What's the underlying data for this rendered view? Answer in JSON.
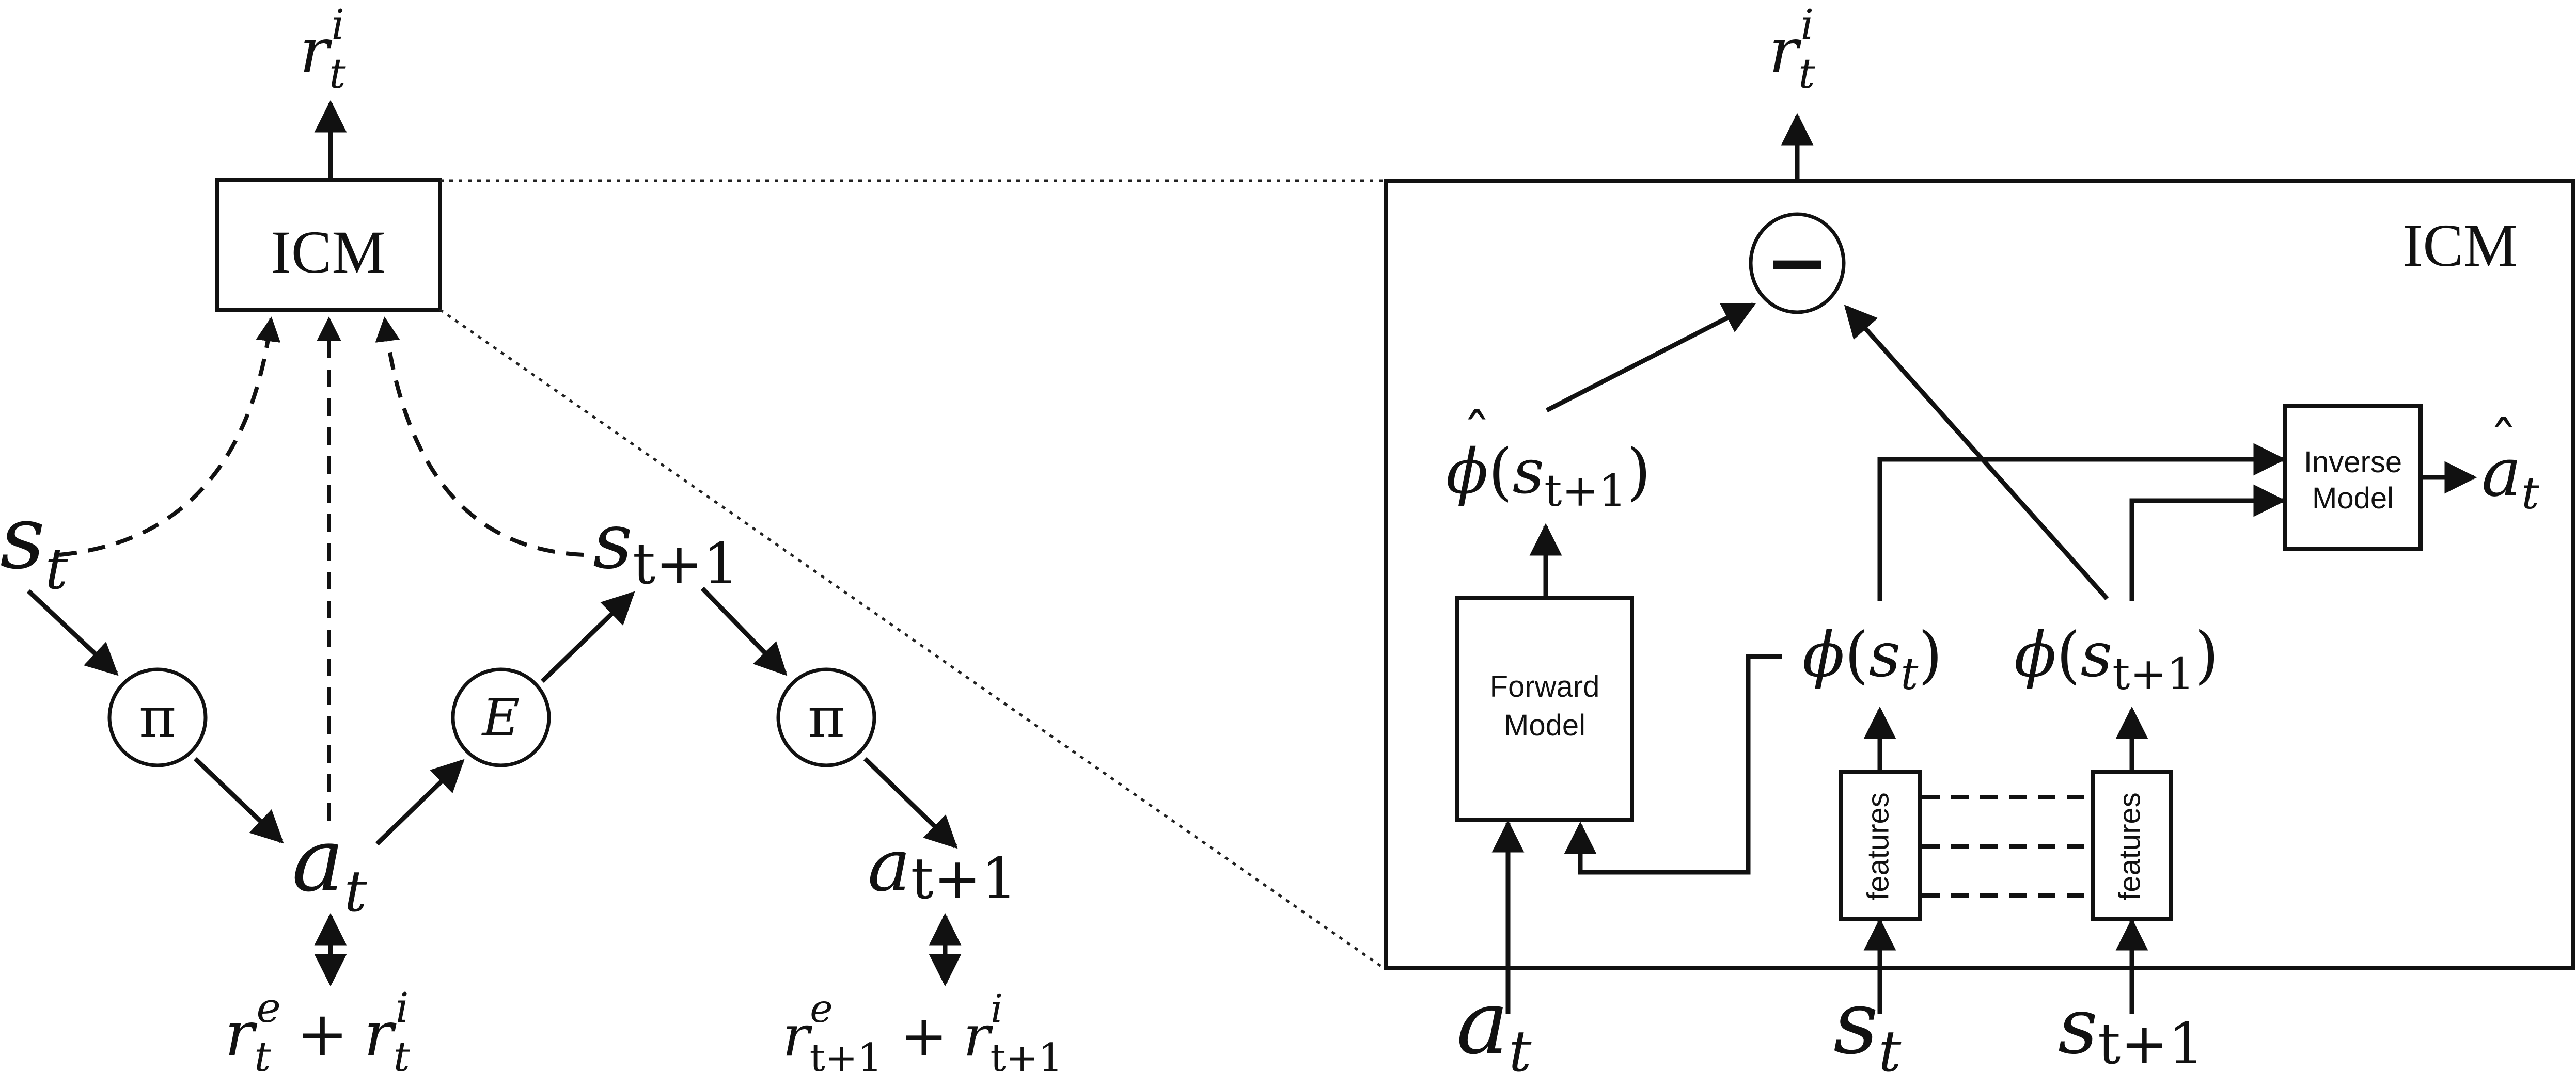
{
  "left_diagram": {
    "top_reward": {
      "base": "r",
      "sub": "t",
      "sup": "i"
    },
    "icm_box_label": "ICM",
    "state_t": {
      "base": "s",
      "sub": "t"
    },
    "state_t1": {
      "base": "s",
      "sub": "t+1"
    },
    "policy_symbol_1": "π",
    "env_symbol": "E",
    "policy_symbol_2": "π",
    "action_t": {
      "base": "a",
      "sub": "t"
    },
    "action_t1": {
      "base": "a",
      "sub": "t+1"
    },
    "reward_t": {
      "r1": "r",
      "sub1": "t",
      "sup1": "e",
      "plus": "+",
      "r2": "r",
      "sub2": "t",
      "sup2": "i"
    },
    "reward_t1": {
      "r1": "r",
      "sub1": "t+1",
      "sup1": "e",
      "plus": "+",
      "r2": "r",
      "sub2": "t+1",
      "sup2": "i"
    }
  },
  "right_diagram": {
    "top_reward": {
      "base": "r",
      "sub": "t",
      "sup": "i"
    },
    "icm_label": "ICM",
    "minus_symbol": "−",
    "phi_hat": {
      "hat": "ˆ",
      "phi": "ϕ",
      "open": "(",
      "s": "s",
      "sub": "t+1",
      "close": ")"
    },
    "forward_model": {
      "line1": "Forward",
      "line2": "Model"
    },
    "inverse_model": {
      "line1": "Inverse",
      "line2": "Model"
    },
    "a_hat": {
      "hat": "ˆ",
      "base": "a",
      "sub": "t"
    },
    "phi_st": {
      "phi": "ϕ",
      "open": "(",
      "s": "s",
      "sub": "t",
      "close": ")"
    },
    "phi_st1": {
      "phi": "ϕ",
      "open": "(",
      "s": "s",
      "sub": "t+1",
      "close": ")"
    },
    "features_1": "features",
    "features_2": "features",
    "input_a": {
      "base": "a",
      "sub": "t"
    },
    "input_s": {
      "base": "s",
      "sub": "t"
    },
    "input_s1": {
      "base": "s",
      "sub": "t+1"
    }
  }
}
